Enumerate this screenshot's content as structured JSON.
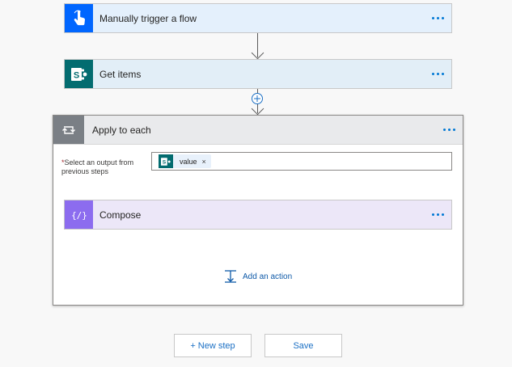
{
  "trigger": {
    "title": "Manually trigger a flow",
    "icon": "hand-tap-icon",
    "color": "#0066ff"
  },
  "get_items": {
    "title": "Get items",
    "icon": "sharepoint-icon",
    "color": "#036c70"
  },
  "apply_to_each": {
    "title": "Apply to each",
    "icon": "loop-icon",
    "field_required_marker": "*",
    "field_label": "Select an output from previous steps",
    "token": {
      "label": "value",
      "remove": "×",
      "icon": "sharepoint-icon"
    },
    "compose": {
      "title": "Compose",
      "icon": "compose-braces-icon",
      "color": "#8c6cef"
    },
    "add_action": {
      "label": "Add an action",
      "icon": "add-action-icon"
    }
  },
  "buttons": {
    "new_step": "+ New step",
    "save": "Save"
  }
}
